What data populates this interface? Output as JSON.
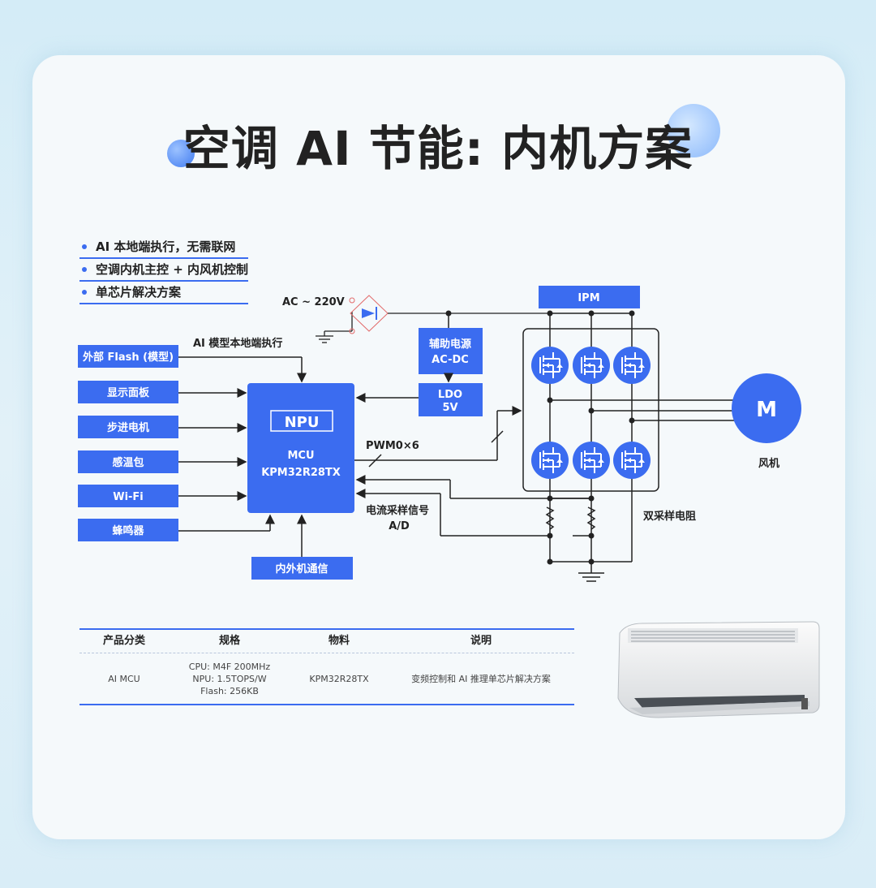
{
  "title": "空调 AI 节能: 内机方案",
  "bullets": [
    "AI 本地端执行，无需联网",
    "空调内机主控 + 内风机控制",
    "单芯片解决方案"
  ],
  "inputs": [
    "外部 Flash (模型)",
    "显示面板",
    "步进电机",
    "感温包",
    "Wi-Fi",
    "蜂鸣器"
  ],
  "mcu": {
    "npu": "NPU",
    "line1": "MCU",
    "line2": "KPM32R28TX"
  },
  "comm": "内外机通信",
  "aux_power": {
    "line1": "辅助电源",
    "line2": "AC-DC"
  },
  "ldo": {
    "line1": "LDO",
    "line2": "5V"
  },
  "ipm": "IPM",
  "motor": {
    "symbol": "M",
    "label": "风机"
  },
  "labels": {
    "ac": "AC ~ 220V",
    "ai_exec": "AI 模型本地端执行",
    "pwm": "PWM0×6",
    "current_1": "电流采样信号",
    "current_2": "A/D",
    "shunt": "双采样电阻"
  },
  "table": {
    "headers": [
      "产品分类",
      "规格",
      "物料",
      "说明"
    ],
    "row": {
      "category": "AI MCU",
      "spec": [
        "CPU: M4F 200MHz",
        "NPU: 1.5TOPS/W",
        "Flash: 256KB"
      ],
      "material": "KPM32R28TX",
      "desc": "变频控制和 AI 推理单芯片解决方案"
    }
  },
  "colors": {
    "accent": "#3b6cf0",
    "text": "#222222"
  }
}
